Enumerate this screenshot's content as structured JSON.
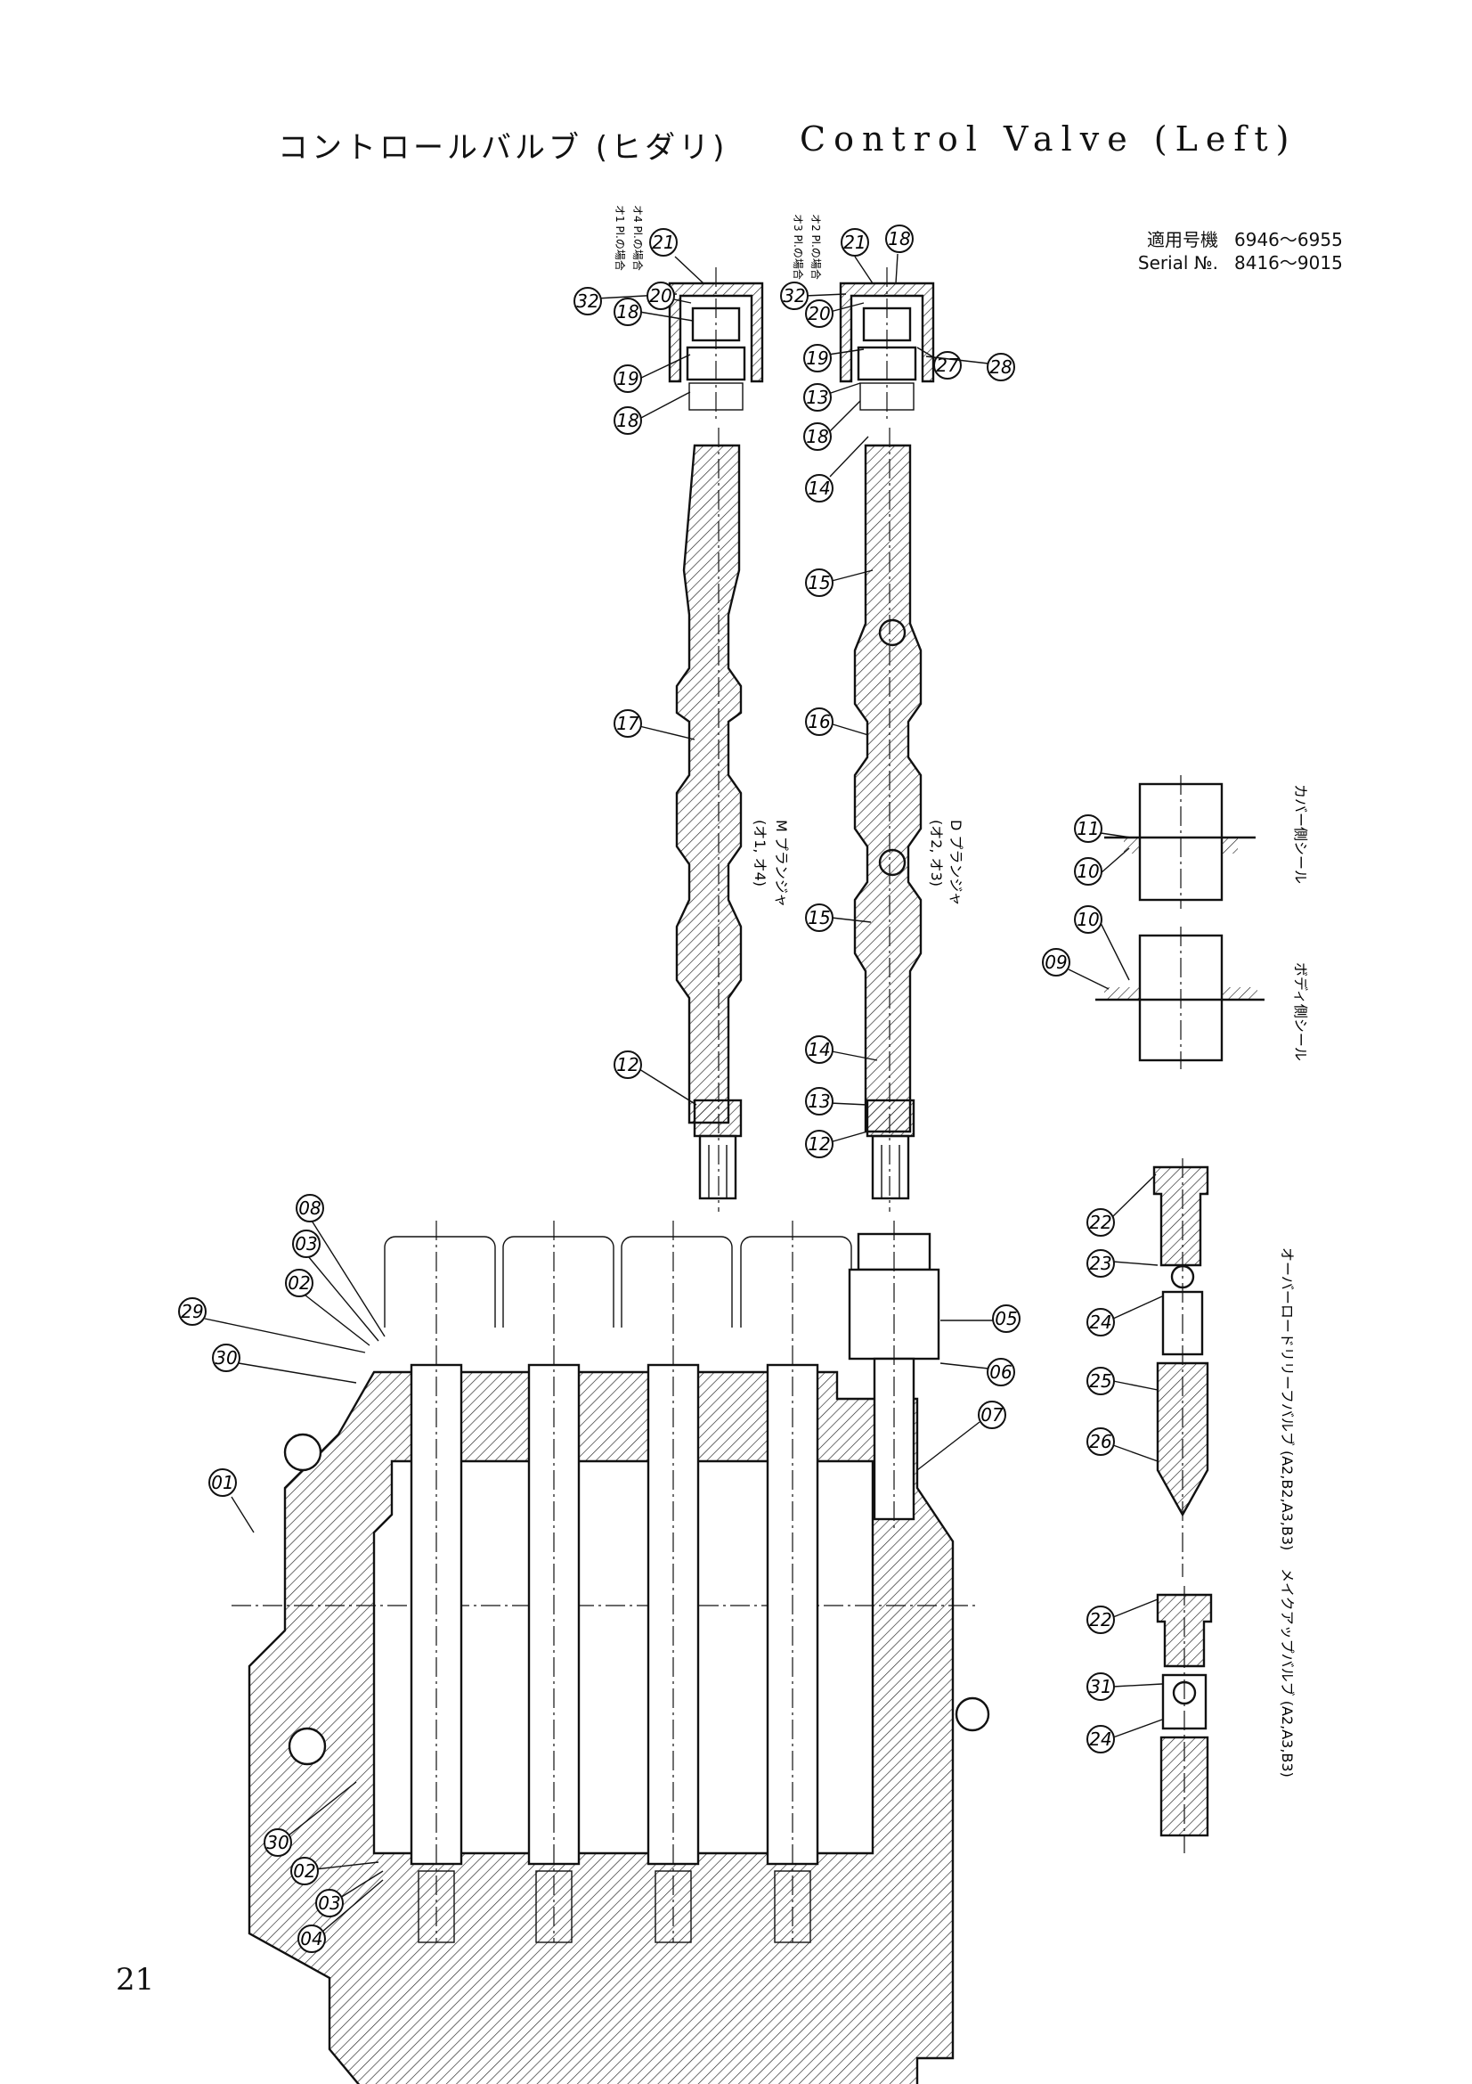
{
  "header": {
    "title_jp": "コントロールバルブ (ヒダリ)",
    "title_en": "Control Valve (Left)"
  },
  "serial": {
    "label_jp": "適用号機",
    "label_en": "Serial №.",
    "range1": "6946〜6955",
    "range2": "8416〜9015"
  },
  "page_number": "21",
  "labels": {
    "m_plunger": "M プランジャ",
    "m_plunger_sub": "(オ1, オ4)",
    "d_plunger": "D プランジャ",
    "d_plunger_sub": "(オ2, オ3)",
    "cover_seal": "カバー側シール",
    "body_seal": "ボディ側シール",
    "overload_relief": "オーバーロードリリーフバルブ (A2,B2,A3,B3)",
    "makeup_valve": "メイクアップバルブ (A2,A3,B3)",
    "note_1": "オ1 Pl.の場合",
    "note_4": "オ4 Pl.の場合",
    "note_3": "オ3 Pl.の場合",
    "note_2": "オ2 Pl.の場合"
  },
  "callouts": [
    {
      "id": "c32a",
      "text": "32"
    },
    {
      "id": "c20a",
      "text": "20"
    },
    {
      "id": "c21a",
      "text": "21"
    },
    {
      "id": "c18a",
      "text": "18"
    },
    {
      "id": "c19a",
      "text": "19"
    },
    {
      "id": "c18b",
      "text": "18"
    },
    {
      "id": "c32b",
      "text": "32"
    },
    {
      "id": "c20b",
      "text": "20"
    },
    {
      "id": "c21b",
      "text": "21"
    },
    {
      "id": "c18c",
      "text": "18"
    },
    {
      "id": "c19b",
      "text": "19"
    },
    {
      "id": "c13a",
      "text": "13"
    },
    {
      "id": "c18d",
      "text": "18"
    },
    {
      "id": "c27",
      "text": "27"
    },
    {
      "id": "c28",
      "text": "28"
    },
    {
      "id": "c14a",
      "text": "14"
    },
    {
      "id": "c15a",
      "text": "15"
    },
    {
      "id": "c17",
      "text": "17"
    },
    {
      "id": "c16",
      "text": "16"
    },
    {
      "id": "c15b",
      "text": "15"
    },
    {
      "id": "c14b",
      "text": "14"
    },
    {
      "id": "c12a",
      "text": "12"
    },
    {
      "id": "c13b",
      "text": "13"
    },
    {
      "id": "c12b",
      "text": "12"
    },
    {
      "id": "c11",
      "text": "11"
    },
    {
      "id": "c10a",
      "text": "10"
    },
    {
      "id": "c10b",
      "text": "10"
    },
    {
      "id": "c09",
      "text": "09"
    },
    {
      "id": "c22a",
      "text": "22"
    },
    {
      "id": "c23",
      "text": "23"
    },
    {
      "id": "c24a",
      "text": "24"
    },
    {
      "id": "c25",
      "text": "25"
    },
    {
      "id": "c26",
      "text": "26"
    },
    {
      "id": "c22b",
      "text": "22"
    },
    {
      "id": "c31",
      "text": "31"
    },
    {
      "id": "c24b",
      "text": "24"
    },
    {
      "id": "c08",
      "text": "08"
    },
    {
      "id": "c03a",
      "text": "03"
    },
    {
      "id": "c02a",
      "text": "02"
    },
    {
      "id": "c29",
      "text": "29"
    },
    {
      "id": "c30a",
      "text": "30"
    },
    {
      "id": "c05",
      "text": "05"
    },
    {
      "id": "c06",
      "text": "06"
    },
    {
      "id": "c07",
      "text": "07"
    },
    {
      "id": "c01",
      "text": "01"
    },
    {
      "id": "c30b",
      "text": "30"
    },
    {
      "id": "c02b",
      "text": "02"
    },
    {
      "id": "c03b",
      "text": "03"
    },
    {
      "id": "c04",
      "text": "04"
    }
  ]
}
